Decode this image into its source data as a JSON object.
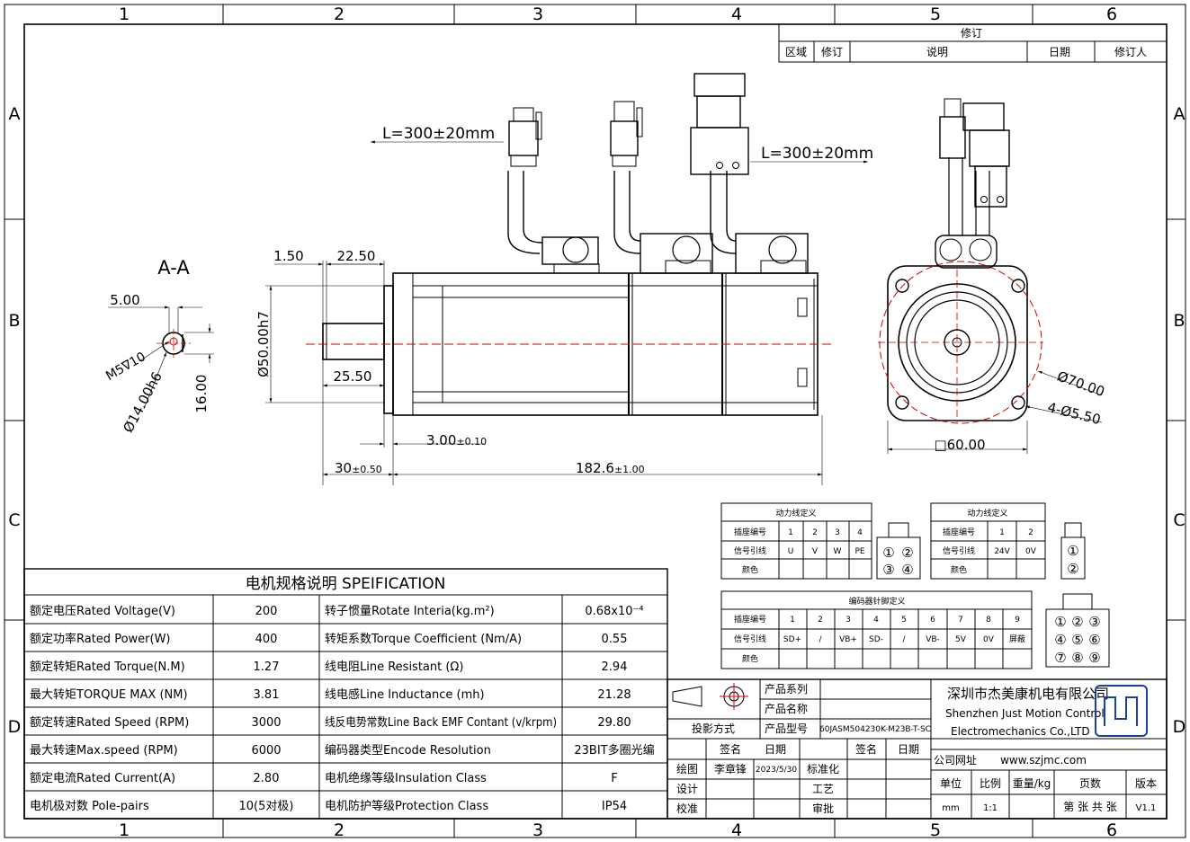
{
  "frame": {
    "cols": [
      "1",
      "2",
      "3",
      "4",
      "5",
      "6"
    ],
    "rows": [
      "A",
      "B",
      "C",
      "D"
    ]
  },
  "revision": {
    "title": "修订",
    "headers": [
      "区域",
      "修订",
      "说明",
      "日期",
      "修订人"
    ]
  },
  "section_label": "A-A",
  "dims": {
    "cable_len_left": "L=300±20mm",
    "cable_len_right": "L=300±20mm",
    "d_1_50": "1.50",
    "d_22_50": "22.50",
    "d_phi50": "Ø50.00h7",
    "d_25_50": "25.50",
    "d_3_00": "3.00",
    "d_3_00_tol": "±0.10",
    "d_30": "30",
    "d_30_tol": "±0.50",
    "d_182": "182.6",
    "d_182_tol": "±1.00",
    "sec_5_00": "5.00",
    "sec_m5": "M5∇10",
    "sec_phi14": "Ø14.00h6",
    "sec_16": "16.00",
    "d_phi70": "Ø70.00",
    "d_holes": "4-Ø5.50",
    "d_sq60": "□60.00"
  },
  "spec": {
    "title": "电机规格说明 SPEIFICATION",
    "rows": [
      [
        "额定电压Rated Voltage(V)",
        "200",
        "转子惯量Rotate Interia(kg.m²)",
        "0.68x10⁻⁴"
      ],
      [
        "额定功率Rated Power(W)",
        "400",
        "转矩系数Torque Coefficient (Nm/A)",
        "0.55"
      ],
      [
        "额定转矩Rated Torque(N.M)",
        "1.27",
        "线电阻Line Resistant (Ω)",
        "2.94"
      ],
      [
        "最大转矩TORQUE MAX (NM)",
        "3.81",
        "线电感Line Inductance (mh)",
        "21.28"
      ],
      [
        "额定转速Rated Speed (RPM)",
        "3000",
        "线反电势常数Line Back EMF Contant (v/krpm)",
        "29.80"
      ],
      [
        "最大转速Max.speed (RPM)",
        "6000",
        "编码器类型Encode Resolution",
        "23BIT多圈光编"
      ],
      [
        "额定电流Rated Current(A)",
        "2.80",
        "电机绝缘等级Insulation Class",
        "F"
      ],
      [
        "电机极对数 Pole-pairs",
        "10(5对极)",
        "电机防护等级Protection Class",
        "IP54"
      ]
    ]
  },
  "power_table": {
    "title": "动力线定义",
    "row_labels": [
      "插座编号",
      "信号引线",
      "颜色"
    ],
    "pins": [
      "1",
      "2",
      "3",
      "4"
    ],
    "signals": [
      "U",
      "V",
      "W",
      "PE"
    ]
  },
  "brake_table": {
    "title": "动力线定义",
    "row_labels": [
      "插座编号",
      "信号引线",
      "颜色"
    ],
    "pins": [
      "1",
      "2"
    ],
    "signals": [
      "24V",
      "0V"
    ]
  },
  "encoder_table": {
    "title": "编码器针脚定义",
    "row_labels": [
      "插座编号",
      "信号引线",
      "颜色"
    ],
    "pins": [
      "1",
      "2",
      "3",
      "4",
      "5",
      "6",
      "7",
      "8",
      "9"
    ],
    "signals": [
      "SD+",
      "/",
      "VB+",
      "SD-",
      "/",
      "VB-",
      "5V",
      "0V",
      "屏蔽"
    ]
  },
  "connector_icons": {
    "four": [
      "①",
      "②",
      "③",
      "④"
    ],
    "two": [
      "①",
      "②"
    ],
    "nine": [
      "①",
      "②",
      "③",
      "④",
      "⑤",
      "⑥",
      "⑦",
      "⑧",
      "⑨"
    ]
  },
  "title_block": {
    "projection": "投影方式",
    "product_series": "产品系列",
    "product_name": "产品名称",
    "product_model_label": "产品型号",
    "product_model": "60JASM504230K-M23B-T-SC",
    "sign": "签名",
    "date": "日期",
    "draw": "绘图",
    "drawer": "李章锋",
    "draw_date": "2023/5/30",
    "design": "设计",
    "check": "校准",
    "standard": "标准化",
    "process": "工艺",
    "approve": "审批",
    "sign2": "签名",
    "date2": "日期",
    "company_cn": "深圳市杰美康机电有限公司",
    "company_en1": "Shenzhen Just Motion Control",
    "company_en2": "Electromechanics Co.,LTD",
    "website_label": "公司网址",
    "website": "www.szjmc.com",
    "unit_label": "单位",
    "unit": "mm",
    "scale_label": "比例",
    "scale": "1:1",
    "weight_label": "重量/kg",
    "pages_label": "页数",
    "pages": "第 张 共 张",
    "version_label": "版本",
    "version": "V1.1"
  }
}
